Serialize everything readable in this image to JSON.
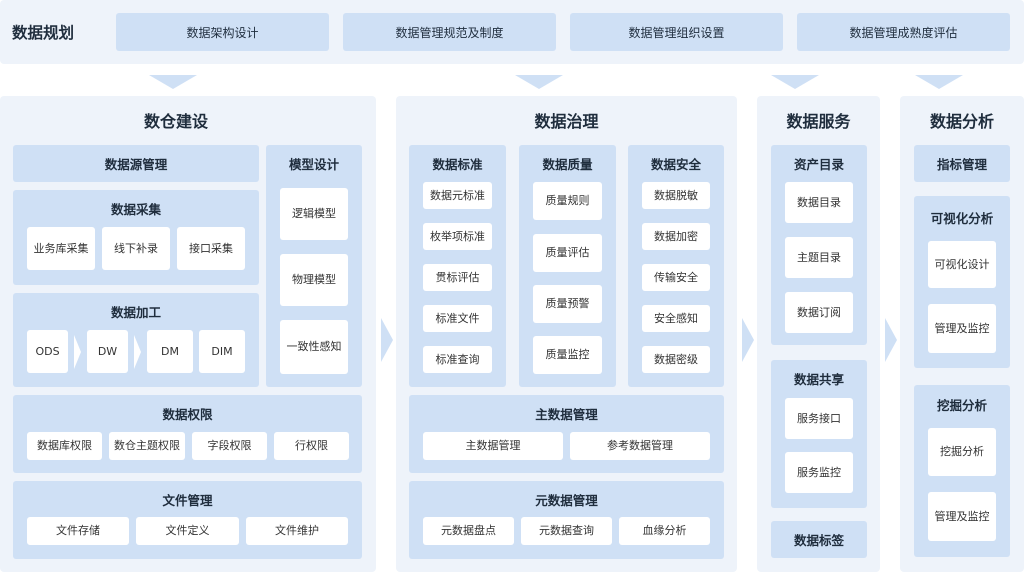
{
  "planning": {
    "title": "数据规划",
    "items": [
      "数据架构设计",
      "数据管理规范及制度",
      "数据管理组织设置",
      "数据管理成熟度评估"
    ]
  },
  "warehouse": {
    "title": "数仓建设",
    "source_mgmt": "数据源管理",
    "collection": {
      "title": "数据采集",
      "items": [
        "业务库采集",
        "线下补录",
        "接口采集"
      ]
    },
    "processing": {
      "title": "数据加工",
      "items": [
        "ODS",
        "DW",
        "DM",
        "DIM"
      ]
    },
    "permissions": {
      "title": "数据权限",
      "items": [
        "数据库权限",
        "数仓主题权限",
        "字段权限",
        "行权限"
      ]
    },
    "files": {
      "title": "文件管理",
      "items": [
        "文件存储",
        "文件定义",
        "文件维护"
      ]
    },
    "model": {
      "title": "模型设计",
      "items": [
        "逻辑模型",
        "物理模型",
        "一致性感知"
      ]
    }
  },
  "governance": {
    "title": "数据治理",
    "standard": {
      "title": "数据标准",
      "items": [
        "数据元标准",
        "枚举项标准",
        "贯标评估",
        "标准文件",
        "标准查询"
      ]
    },
    "quality": {
      "title": "数据质量",
      "items": [
        "质量规则",
        "质量评估",
        "质量预警",
        "质量监控"
      ]
    },
    "security": {
      "title": "数据安全",
      "items": [
        "数据脱敏",
        "数据加密",
        "传输安全",
        "安全感知",
        "数据密级"
      ]
    },
    "master": {
      "title": "主数据管理",
      "items": [
        "主数据管理",
        "参考数据管理"
      ]
    },
    "meta": {
      "title": "元数据管理",
      "items": [
        "元数据盘点",
        "元数据查询",
        "血缘分析"
      ]
    }
  },
  "service": {
    "title": "数据服务",
    "catalog": {
      "title": "资产目录",
      "items": [
        "数据目录",
        "主题目录",
        "数据订阅"
      ]
    },
    "sharing": {
      "title": "数据共享",
      "items": [
        "服务接口",
        "服务监控"
      ]
    },
    "tags": "数据标签"
  },
  "analysis": {
    "title": "数据分析",
    "metrics": "指标管理",
    "visual": {
      "title": "可视化分析",
      "items": [
        "可视化设计",
        "管理及监控"
      ]
    },
    "mining": {
      "title": "挖掘分析",
      "items": [
        "挖掘分析",
        "管理及监控"
      ]
    }
  },
  "colors": {
    "panel": "#eef3fa",
    "block": "#cfe0f5",
    "box": "#ffffff",
    "text": "#1f2d3d"
  }
}
